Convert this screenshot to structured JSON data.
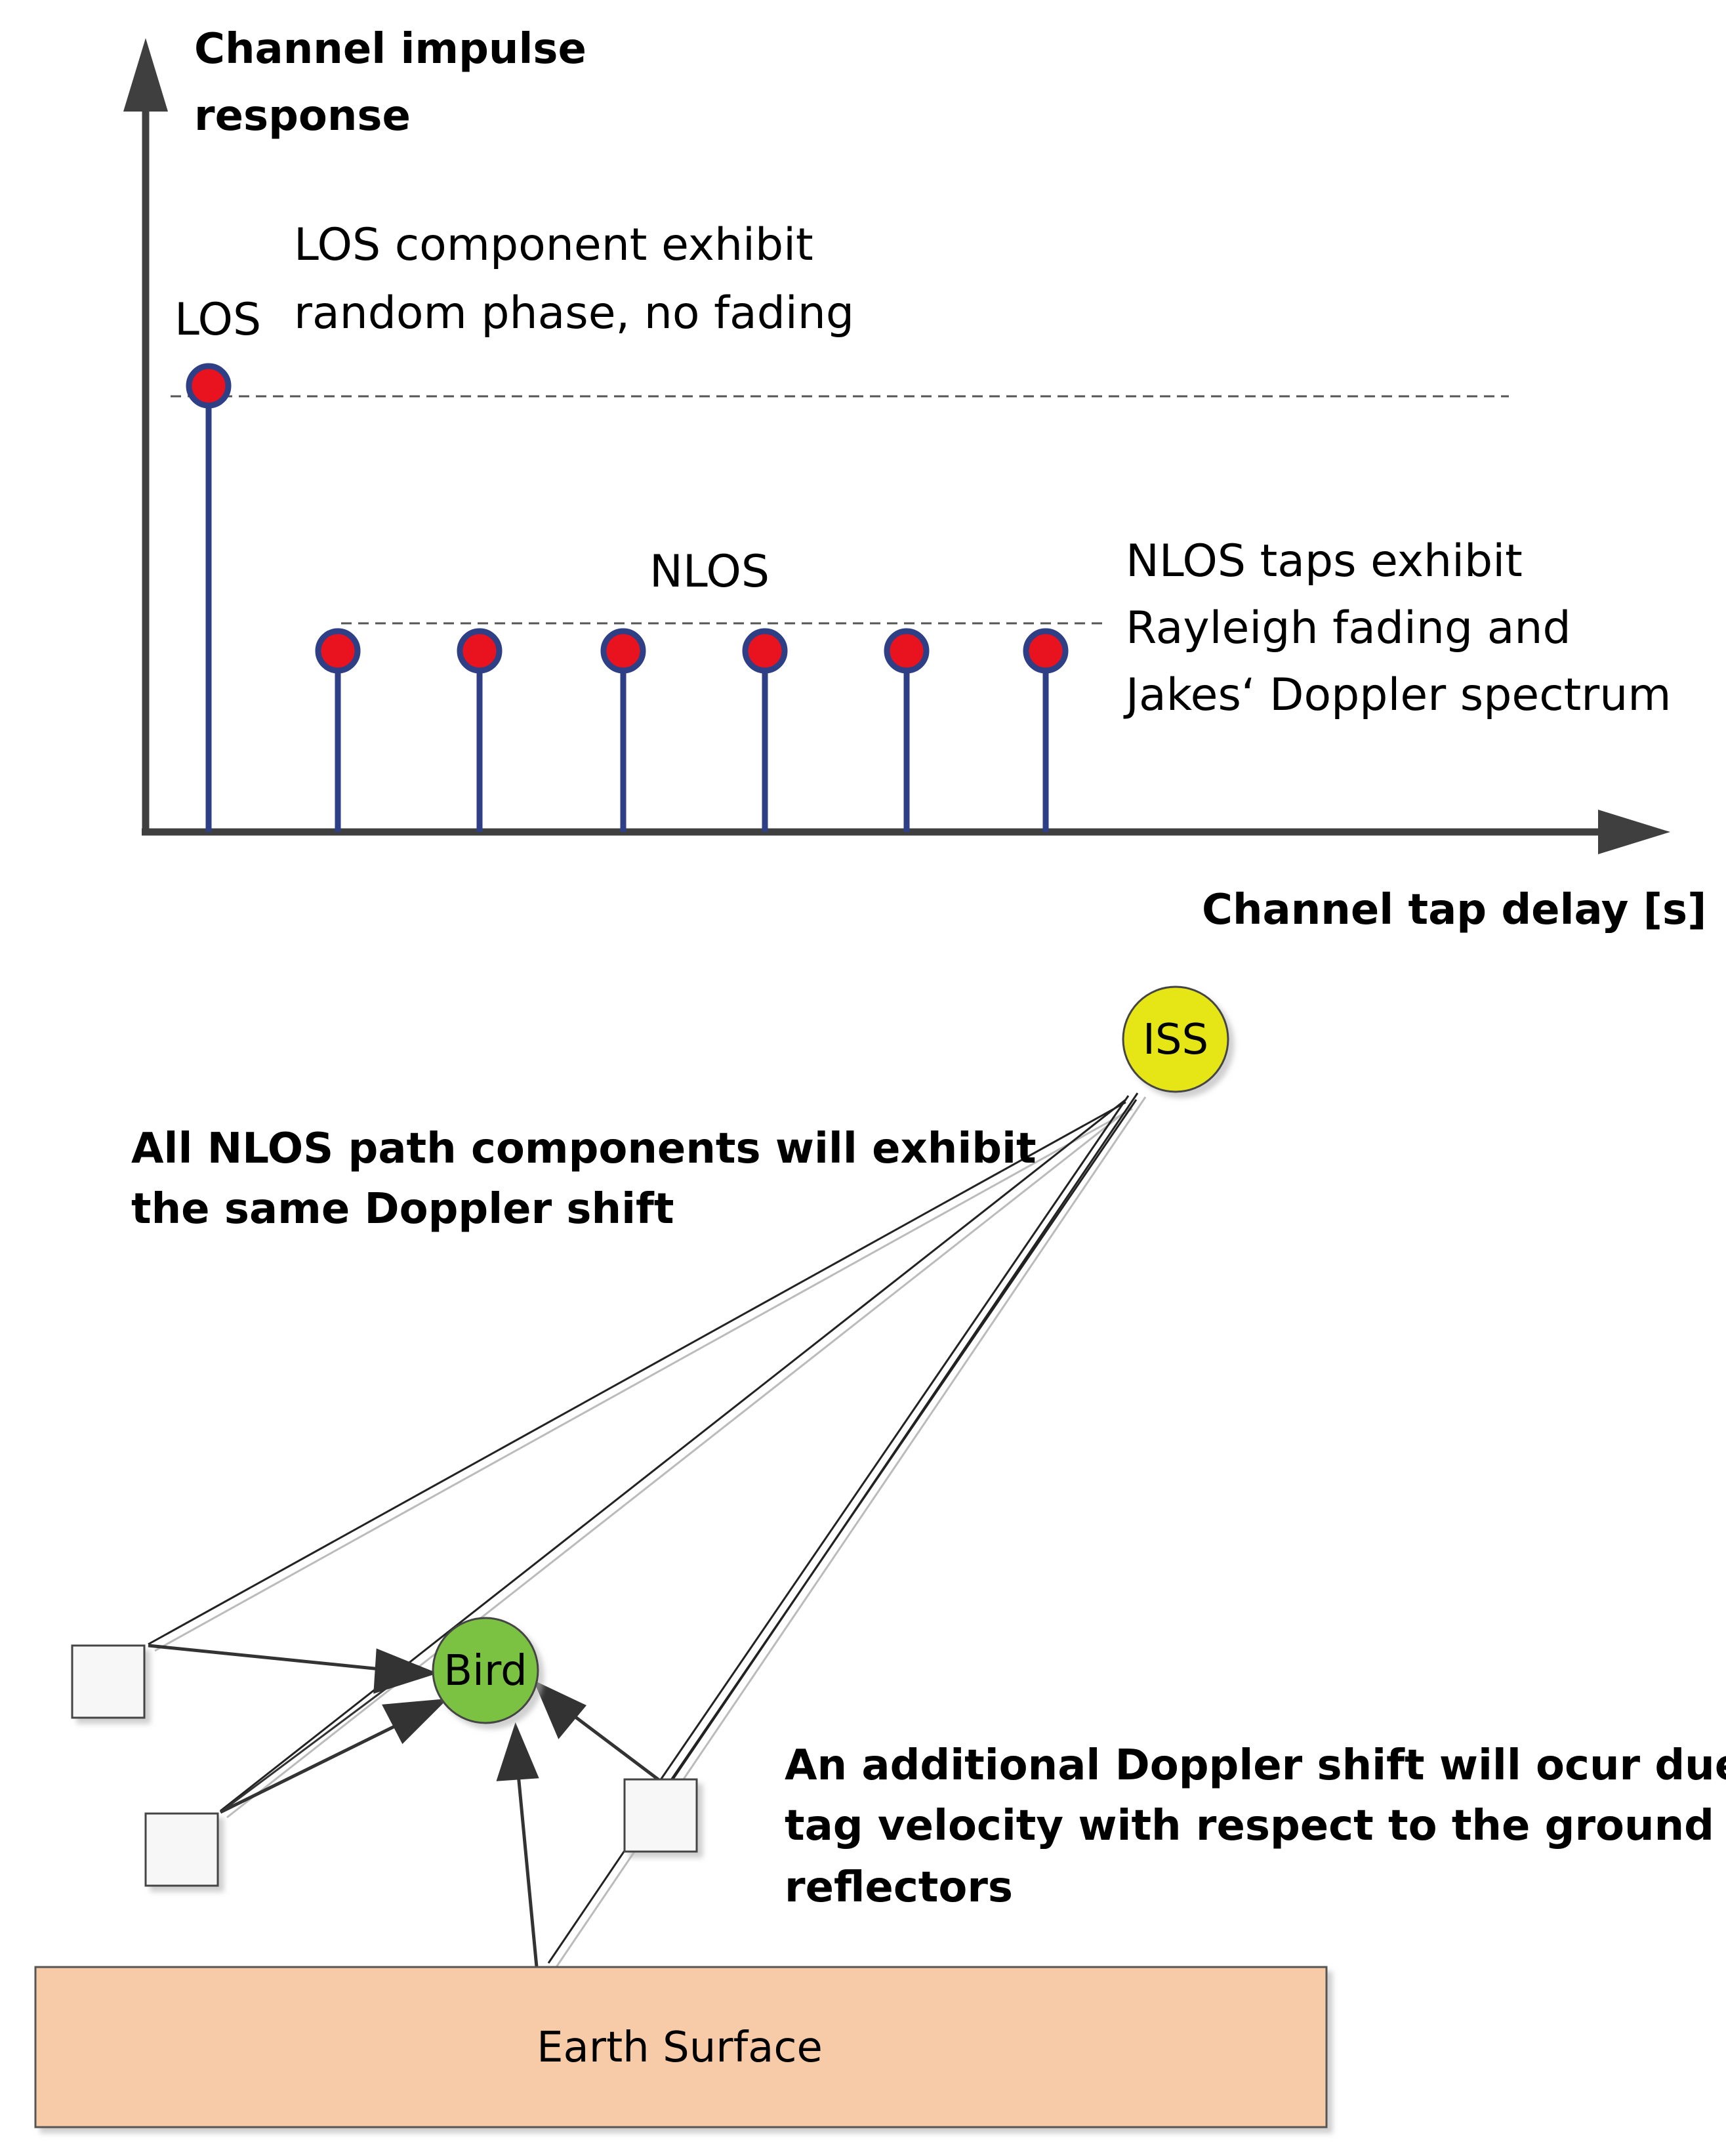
{
  "chart": {
    "y_axis_label_line1": "Channel impulse",
    "y_axis_label_line2": "response",
    "x_axis_label": "Channel tap delay [s]",
    "los_label": "LOS",
    "los_note_line1": "LOS component exhibit",
    "los_note_line2": "random phase, no fading",
    "nlos_label": "NLOS",
    "nlos_note_line1": "NLOS taps exhibit",
    "nlos_note_line2": "Rayleigh fading and",
    "nlos_note_line3": "Jakes‘ Doppler spectrum"
  },
  "chart_data": {
    "type": "stem",
    "title": "",
    "xlabel": "Channel tap delay [s]",
    "ylabel": "Channel impulse response",
    "series": [
      {
        "name": "LOS",
        "x": [
          1
        ],
        "y": [
          1.0
        ]
      },
      {
        "name": "NLOS",
        "x": [
          2,
          3,
          4,
          5,
          6,
          7
        ],
        "y": [
          0.45,
          0.45,
          0.45,
          0.45,
          0.45,
          0.45
        ]
      }
    ],
    "grid": false,
    "dashed_reference_levels": [
      1.0,
      0.45
    ]
  },
  "scene": {
    "iss_label": "ISS",
    "bird_label": "Bird",
    "earth_label": "Earth Surface",
    "nlos_doppler_note_line1": "All NLOS path components will exhibit",
    "nlos_doppler_note_line2": "the same Doppler shift",
    "tag_doppler_note_line1": "An additional Doppler shift will ocur due to",
    "tag_doppler_note_line2": "tag velocity with respect to the ground",
    "tag_doppler_note_line3": "reflectors"
  },
  "colors": {
    "axis": "#3f3f3f",
    "stem": "#2e3f86",
    "marker_fill": "#e8131f",
    "marker_edge": "#2e3f86",
    "iss_fill": "#e6e619",
    "bird_fill": "#7cc242",
    "earth_fill": "#f7cba8",
    "earth_edge": "#555555"
  }
}
